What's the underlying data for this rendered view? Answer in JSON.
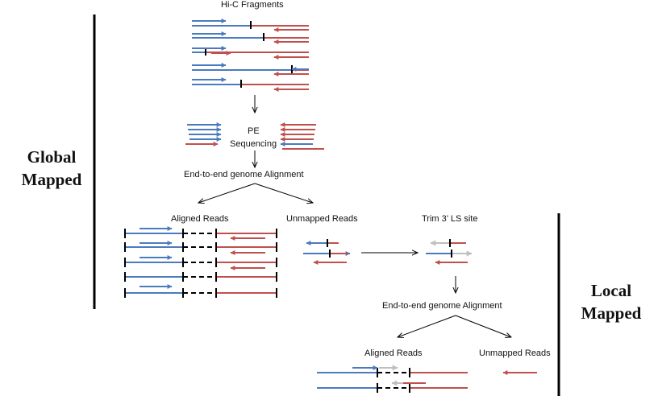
{
  "labels": {
    "hic_fragments": "Hi-C Fragments",
    "pe_sequencing_line1": "PE",
    "pe_sequencing_line2": "Sequencing",
    "global_alignment": "End-to-end genome Alignment",
    "aligned_reads": "Aligned Reads",
    "unmapped_reads": "Unmapped Reads",
    "trim_ls_site": "Trim 3’ LS site",
    "local_alignment": "End-to-end genome Alignment",
    "local_aligned_reads": "Aligned Reads",
    "local_unmapped_reads": "Unmapped Reads"
  },
  "sections": {
    "global_line1": "Global",
    "global_line2": "Mapped",
    "local_line1": "Local",
    "local_line2": "Mapped"
  },
  "colors": {
    "blue": "#4a7bbf",
    "red": "#c0504d",
    "gray": "#bfbfbf",
    "black": "#000000"
  }
}
